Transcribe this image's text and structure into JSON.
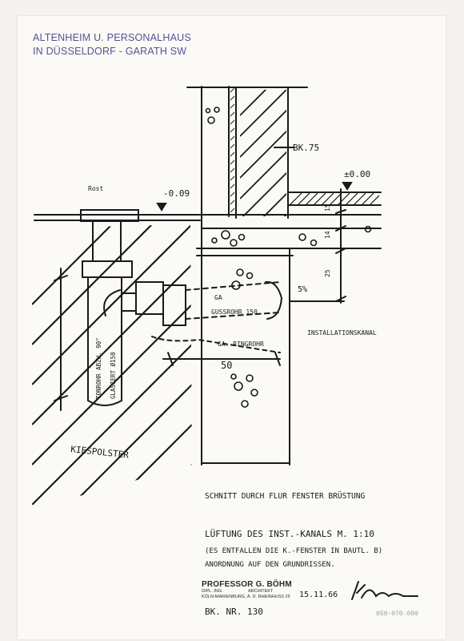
{
  "stamp": {
    "line1": "ALTENHEIM U. PERSONALHAUS",
    "line2": "IN DÜSSELDORF - GARATH SW",
    "color": "#5d4f94"
  },
  "labels": {
    "bk75": "BK.75",
    "level_000": "±0.00",
    "rost": "Rost",
    "level_009": "-0.09",
    "dim_15": "15",
    "dim_14": "14",
    "dim_25": "25",
    "percent": "5%",
    "ga": "GA",
    "gussrohr": "GUSSROHR 150",
    "instal_kanal": "INSTALLATIONSKANAL",
    "ga_ringrohr": "GA. RINGROHR",
    "dim_50": "50",
    "tonrohr1": "TONROHR ABZW. 90°",
    "tonrohr2": "GLASIERT Ø150",
    "kiespolster": "KIESPOLSTER",
    "schnitt": "SCHNITT DURCH FLUR FENSTER BRÜSTUNG",
    "lueftung": "LÜFTUNG DES INST.-KANALS M. 1:10",
    "note1": "(ES ENTFALLEN DIE K.-FENSTER IN BAUTL. B)",
    "note2": "ANORDNUNG AUF DEN GRUNDRISSEN.",
    "date": "15.11.66",
    "bk_nr": "BK. NR. 130",
    "archive": "050-070-080"
  },
  "office": {
    "name": "PROFESSOR G. BÖHM",
    "title_left": "DIPL. ING.",
    "title_right": "ARCHITEKT",
    "address": "KÖLN-MARIENBURG, A. D. RHEINHUSS 25"
  }
}
